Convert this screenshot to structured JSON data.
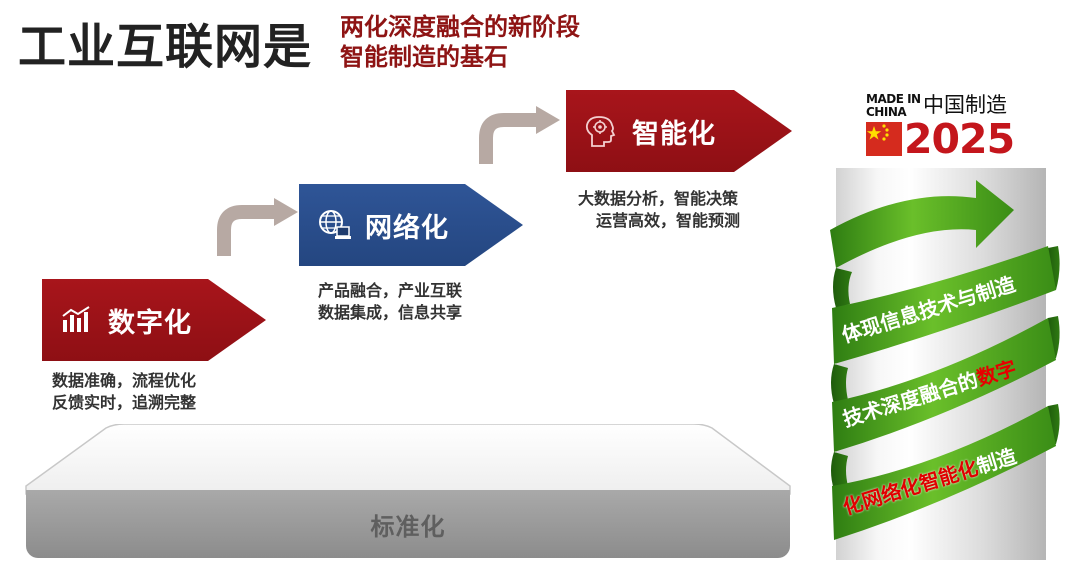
{
  "header": {
    "title": "工业互联网是",
    "subtitle_line1": "两化深度融合的新阶段",
    "subtitle_line2": "智能制造的基石"
  },
  "stages": [
    {
      "title": "数字化",
      "icon": "bar-chart-icon",
      "color": "#9b1217",
      "desc_line1": "数据准确，流程优化",
      "desc_line2": "反馈实时，追溯完整"
    },
    {
      "title": "网络化",
      "icon": "globe-computer-icon",
      "color": "#2a4f8f",
      "desc_line1": "产品融合，产业互联",
      "desc_line2": "数据集成，信息共享"
    },
    {
      "title": "智能化",
      "icon": "brain-gear-icon",
      "color": "#9b1217",
      "desc_line1": "大数据分析，智能决策",
      "desc_line2": "运营高效，智能预测"
    }
  ],
  "base": {
    "label": "标准化"
  },
  "logo": {
    "made_in_line1": "MADE IN",
    "made_in_line2": "CHINA",
    "chinese": "中国制造",
    "year": "2025",
    "flag_color": "#d52b1e"
  },
  "spiral": {
    "band1": "体现信息技术与制造",
    "band2_prefix": "技术深度融合的",
    "band2_red": "数字",
    "band3_red": "化网络化智能化",
    "band3_suffix": "制造",
    "band_color": "#4a9a1a"
  }
}
